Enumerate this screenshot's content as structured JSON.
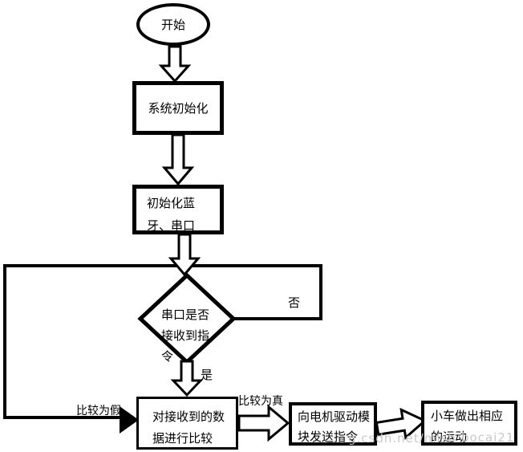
{
  "background": "#ffffff",
  "line_color": "#000000",
  "nodes": {
    "start": {
      "label": "开始"
    },
    "init_system": {
      "label": "系统初始化"
    },
    "init_bluetooth": {
      "line1": "初始化蓝",
      "line2": "牙、串口"
    },
    "decision_serial": {
      "line1": "串口是否",
      "line2": "接收到指",
      "line3": "令"
    },
    "compare_data": {
      "line1": "对接收到的数",
      "line2": "据进行比较"
    },
    "motor_drive": {
      "line1": "向电机驱动模",
      "line2": "块发送指令"
    },
    "car_motion": {
      "line1": "小车做出相应",
      "line2": "的运动"
    }
  },
  "edge_labels": {
    "no": "否",
    "yes": "是",
    "compare_false": "比较为假",
    "compare_true": "比较为真"
  },
  "watermark": {
    "prefix": "g.csdn.net/mish",
    "suffix": "bocai21",
    "color": "#c9c9c9"
  }
}
